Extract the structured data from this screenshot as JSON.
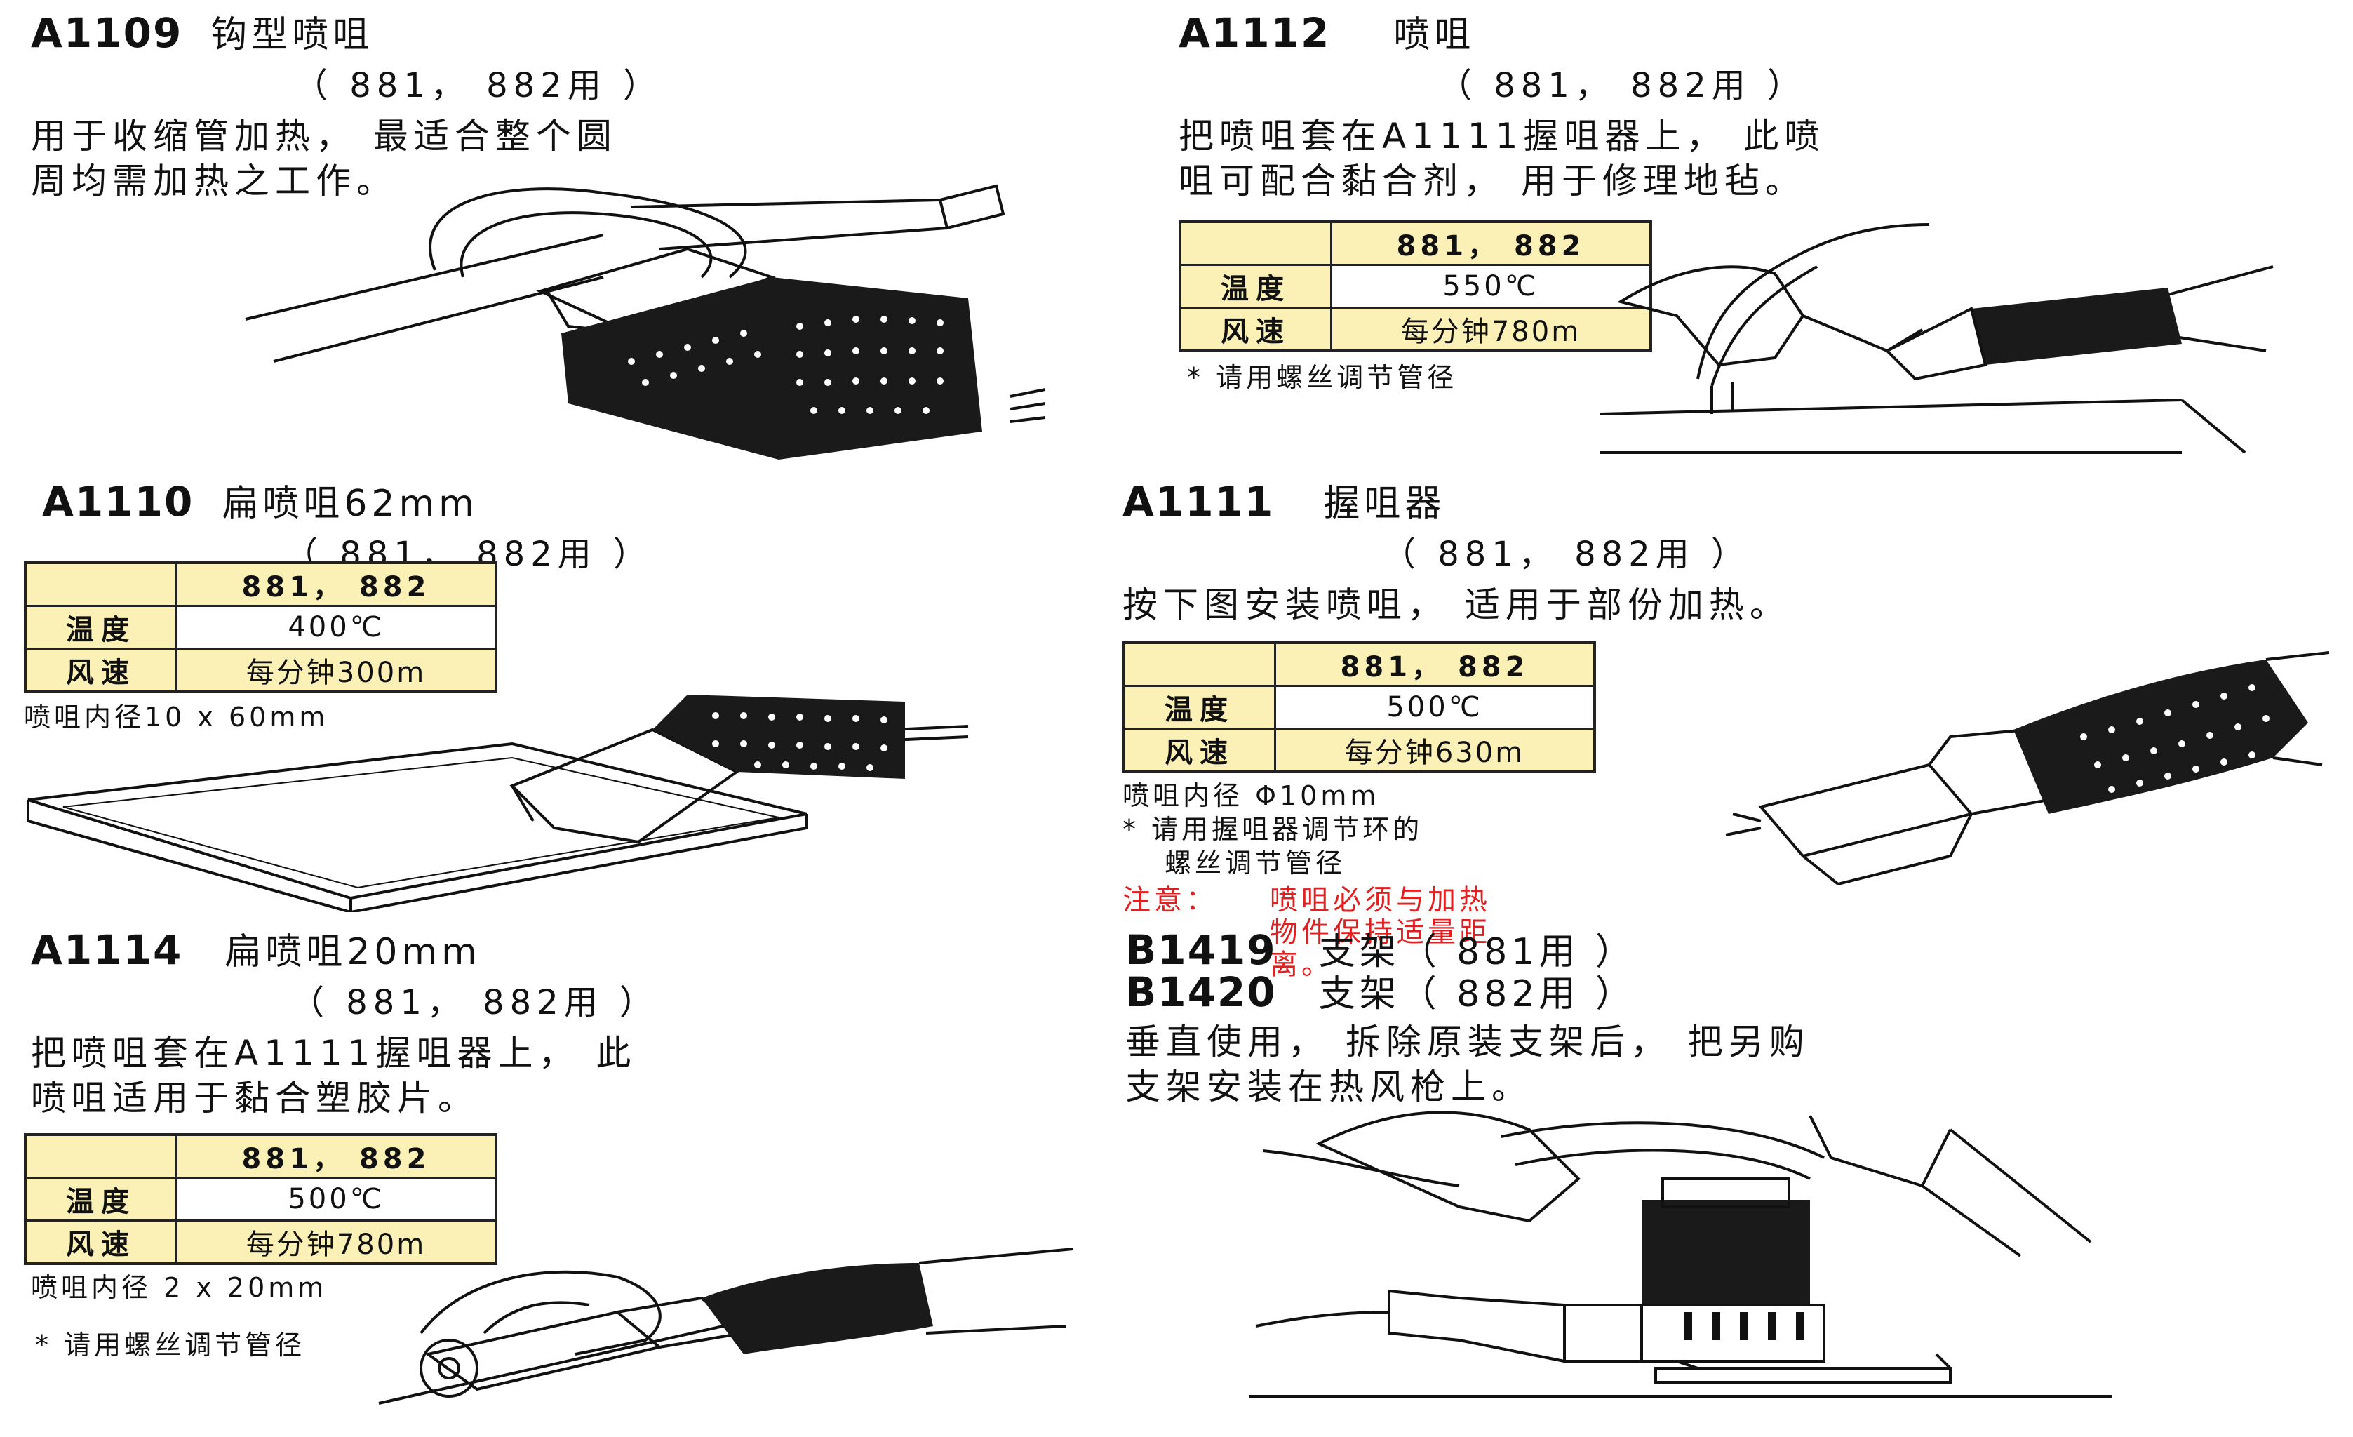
{
  "a1109": {
    "code": "A1109",
    "name": "钩型喷咀",
    "models": "（ 881， 882用 ）",
    "desc_line1": "用于收缩管加热， 最适合整个圆",
    "desc_line2": "周均需加热之工作。"
  },
  "a1112": {
    "code": "A1112",
    "name": "喷咀",
    "models": "（ 881， 882用 ）",
    "desc_line1": "把喷咀套在A1111握咀器上， 此喷",
    "desc_line2": "咀可配合黏合剂， 用于修理地毡。",
    "table": {
      "header": "881， 882",
      "temp_label": "温度",
      "temp": "550℃",
      "wind_label": "风速",
      "wind": "每分钟780m"
    },
    "note": "* 请用螺丝调节管径"
  },
  "a1110": {
    "code": "A1110",
    "name": "扁喷咀62mm",
    "models": "（ 881， 882用 ）",
    "table": {
      "header": "881， 882",
      "temp_label": "温度",
      "temp": "400℃",
      "wind_label": "风速",
      "wind": "每分钟300m"
    },
    "note": "喷咀内径10 x 60mm"
  },
  "a1111": {
    "code": "A1111",
    "name": "握咀器",
    "models": "（ 881， 882用 ）",
    "desc_line1": "按下图安装喷咀， 适用于部份加热。",
    "table": {
      "header": "881， 882",
      "temp_label": "温度",
      "temp": "500℃",
      "wind_label": "风速",
      "wind": "每分钟630m"
    },
    "note1": "喷咀内径 Φ10mm",
    "note2a": "* 请用握咀器调节环的",
    "note2b": "螺丝调节管径",
    "warn_label": "注意：",
    "warn_line1": "喷咀必须与加热",
    "warn_line2": "物件保持适量距",
    "warn_line3": "离。"
  },
  "a1114": {
    "code": "A1114",
    "name": "扁喷咀20mm",
    "models": "（ 881， 882用 ）",
    "desc_line1": "把喷咀套在A1111握咀器上， 此",
    "desc_line2": "喷咀适用于黏合塑胶片。",
    "table": {
      "header": "881， 882",
      "temp_label": "温度",
      "temp": "500℃",
      "wind_label": "风速",
      "wind": "每分钟780m"
    },
    "note1": "喷咀内径 2 x 20mm",
    "note2": "* 请用螺丝调节管径"
  },
  "b1419": {
    "code1": "B1419",
    "name1": "支架（ 881用 ）",
    "code2": "B1420",
    "name2": "支架（ 882用 ）",
    "desc_line1": "垂直使用， 拆除原装支架后， 把另购",
    "desc_line2": "支架安装在热风枪上。"
  },
  "colors": {
    "table_fill": "#fbf1b6",
    "warning": "#e02020"
  }
}
